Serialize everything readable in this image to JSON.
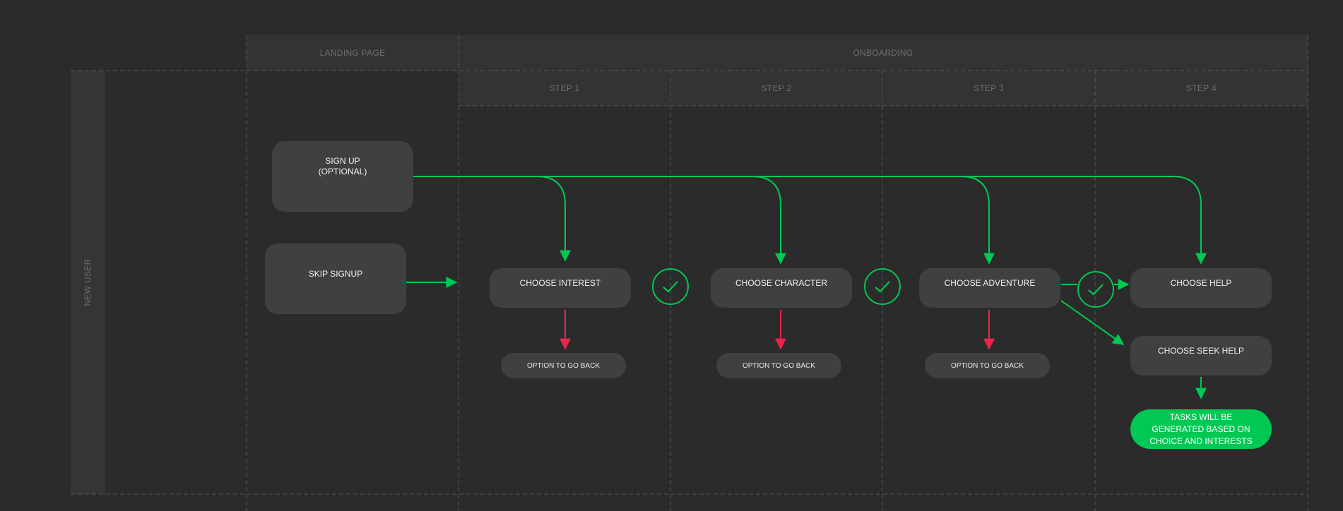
{
  "headers": {
    "landing": "LANDING PAGE",
    "onboarding": "ONBOARDING",
    "steps": [
      "STEP 1",
      "STEP 2",
      "STEP 3",
      "STEP 4"
    ]
  },
  "lane": {
    "label": "NEW USER"
  },
  "nodes": {
    "signup": "SIGN UP\n(OPTIONAL)",
    "skip_signup": "SKIP SIGNUP",
    "choose_interest": "CHOOSE INTEREST",
    "choose_character": "CHOOSE CHARACTER",
    "choose_adventure": "CHOOSE ADVENTURE",
    "choose_help": "CHOOSE HELP",
    "choose_seek_help": "CHOOSE SEEK HELP",
    "go_back": "OPTION TO GO BACK",
    "result": "TASKS WILL BE GENERATED BASED ON CHOICE AND INTERESTS"
  },
  "colors": {
    "background": "#2b2b2b",
    "band": "#333333",
    "node": "#404040",
    "success": "#00c853",
    "back": "#e8264a",
    "guide": "#555555"
  },
  "icons": {
    "checkpoint": "check-circle-icon"
  }
}
